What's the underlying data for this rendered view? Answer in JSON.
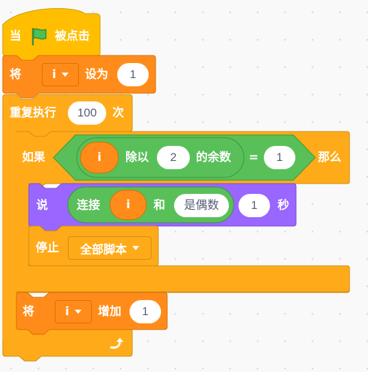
{
  "blocks": {
    "when_flag": {
      "prefix": "当",
      "suffix": "被点击",
      "flag_icon": "green-flag-icon"
    },
    "set_var": {
      "label": "将",
      "var": "i",
      "action": "设为",
      "value": "1"
    },
    "repeat": {
      "label": "重复执行",
      "count": "100",
      "suffix": "次"
    },
    "if_block": {
      "label": "如果",
      "then": "那么",
      "mod": {
        "var": "i",
        "op": "除以",
        "divisor": "2",
        "suffix": "的余数"
      },
      "eq": {
        "op": "=",
        "value": "1"
      }
    },
    "say": {
      "label": "说",
      "join": {
        "label": "连接",
        "var": "i",
        "op": "和",
        "text": "是偶数"
      },
      "secs": "1",
      "unit": "秒"
    },
    "stop": {
      "label": "停止",
      "option": "全部脚本"
    },
    "change_var": {
      "label": "将",
      "var": "i",
      "action": "增加",
      "value": "1"
    }
  },
  "colors": {
    "events": "#ffbf00",
    "events_border": "#cc9900",
    "variables": "#ff8c1a",
    "variables_border": "#db6e00",
    "control": "#ffab19",
    "control_border": "#cf8b17",
    "operators": "#59c059",
    "operators_border": "#389438",
    "looks": "#9966ff",
    "looks_border": "#774dcb",
    "reporter_text": "#575e75"
  }
}
